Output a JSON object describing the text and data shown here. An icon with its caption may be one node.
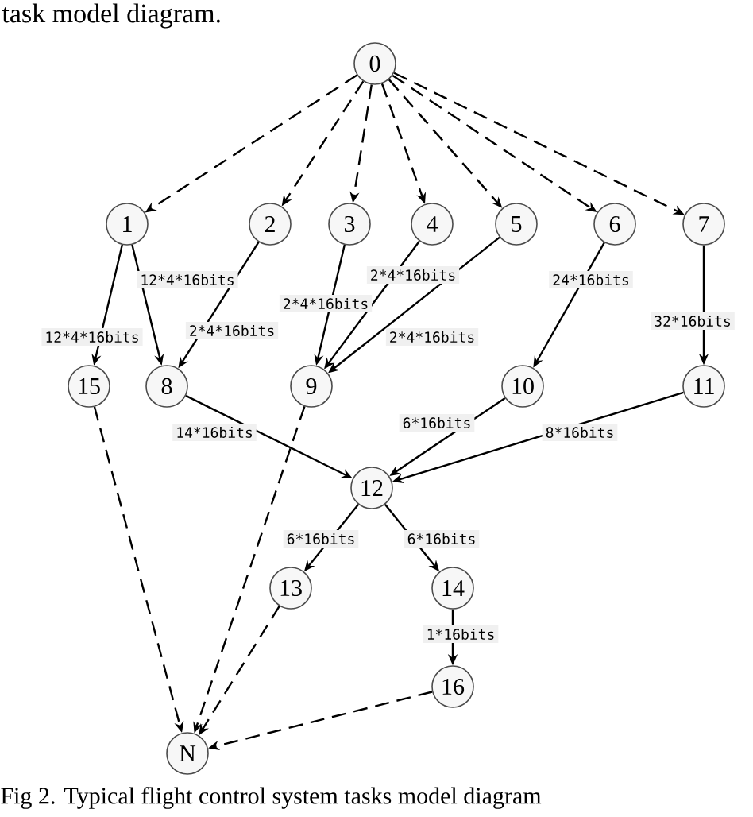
{
  "diagram": {
    "caption": "Fig 2. Typical flight control system tasks model diagram",
    "nodes": [
      {
        "text": [
          "0"
        ]
      },
      {
        "text": [
          "1"
        ]
      },
      {
        "text": [
          "2"
        ]
      },
      {
        "text": [
          "3"
        ]
      },
      {
        "text": [
          "4"
        ]
      },
      {
        "text": [
          "5"
        ]
      },
      {
        "text": [
          "6"
        ]
      },
      {
        "text": [
          "7"
        ]
      },
      {
        "text": [
          "15"
        ]
      },
      {
        "text": [
          "8"
        ]
      },
      {
        "text": [
          "9"
        ]
      },
      {
        "text": [
          "10"
        ]
      },
      {
        "text": [
          "11"
        ]
      },
      {
        "text": [
          "12"
        ]
      },
      {
        "text": [
          "13"
        ]
      },
      {
        "text": [
          "14"
        ]
      },
      {
        "text": [
          "16"
        ]
      },
      {
        "text": [
          "N"
        ]
      }
    ],
    "edges": [
      {
        "from": 0,
        "to": 1,
        "arrow": "to",
        "style": "dashed"
      },
      {
        "from": 0,
        "to": 2,
        "arrow": "to",
        "style": "dashed"
      },
      {
        "from": 0,
        "to": 3,
        "arrow": "to",
        "style": "dashed"
      },
      {
        "from": 0,
        "to": 4,
        "arrow": "to",
        "style": "dashed"
      },
      {
        "from": 0,
        "to": 5,
        "arrow": "to",
        "style": "dashed"
      },
      {
        "from": 0,
        "to": 6,
        "arrow": "to",
        "style": "dashed"
      },
      {
        "from": 0,
        "to": 7,
        "arrow": "to",
        "style": "dashed"
      },
      {
        "from": 1,
        "to": 8,
        "arrow": "to",
        "label": "12*4*16bits"
      },
      {
        "from": 1,
        "to": 9,
        "arrow": "to",
        "label": "12*4*16bits"
      },
      {
        "from": 2,
        "to": 9,
        "arrow": "to",
        "label": "2*4*16bits"
      },
      {
        "from": 3,
        "to": 10,
        "arrow": "to",
        "label": "2*4*16bits"
      },
      {
        "from": 4,
        "to": 10,
        "arrow": "to",
        "label": "2*4*16bits"
      },
      {
        "from": 5,
        "to": 10,
        "arrow": "to",
        "label": "2*4*16bits"
      },
      {
        "from": 6,
        "to": 11,
        "arrow": "to",
        "label": "24*16bits"
      },
      {
        "from": 7,
        "to": 12,
        "arrow": "to",
        "label": "32*16bits"
      },
      {
        "from": 9,
        "to": 13,
        "arrow": "to",
        "label": "14*16bits"
      },
      {
        "from": 11,
        "to": 13,
        "arrow": "to",
        "label": "6*16bits"
      },
      {
        "from": 12,
        "to": 13,
        "arrow": "to",
        "label": "8*16bits"
      },
      {
        "from": 13,
        "to": 14,
        "arrow": "to",
        "label": "6*16bits"
      },
      {
        "from": 13,
        "to": 15,
        "arrow": "to",
        "label": "6*16bits"
      },
      {
        "from": 15,
        "to": 16,
        "arrow": "to",
        "label": "1*16bits"
      },
      {
        "from": 8,
        "to": 17,
        "arrow": "to",
        "style": "dashed"
      },
      {
        "from": 10,
        "to": 17,
        "arrow": "to",
        "style": "dashed"
      },
      {
        "from": 14,
        "to": 17,
        "arrow": "to",
        "style": "dashed"
      },
      {
        "from": 16,
        "to": 17,
        "arrow": "to",
        "style": "dashed"
      }
    ],
    "labels": [
      "task model diagram."
    ]
  }
}
